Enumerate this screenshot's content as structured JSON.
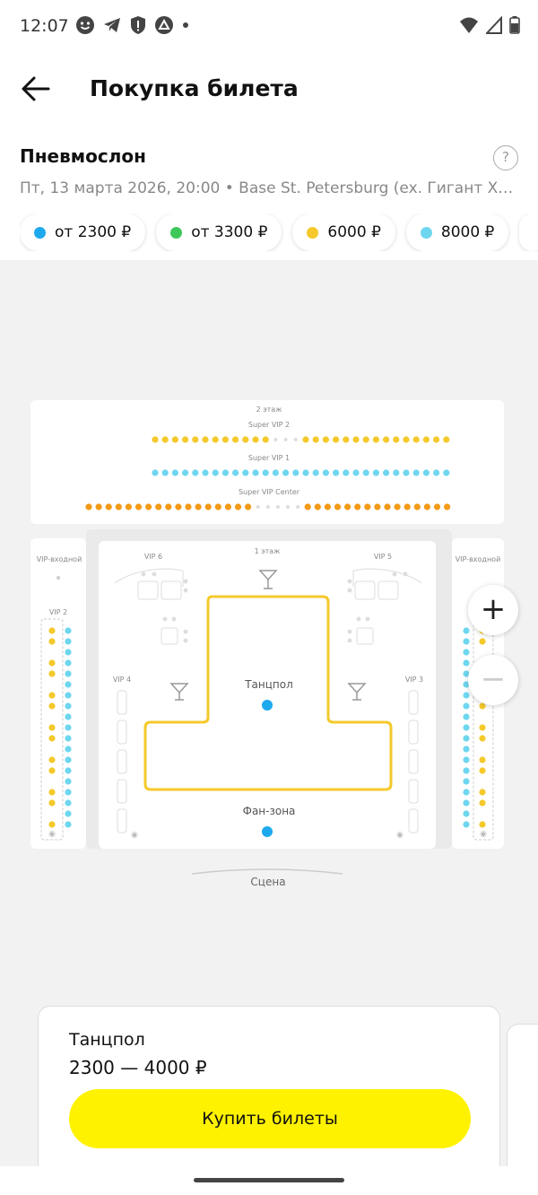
{
  "status": {
    "time": "12:07"
  },
  "header": {
    "title": "Покупка билета",
    "event_title": "Пневмослон",
    "event_subtitle": "Пт, 13 марта 2026, 20:00  •  Base St. Petersburg (ex. Гигант Хол...",
    "help": "?"
  },
  "prices": [
    {
      "label": "от 2300 ₽",
      "color": "#1ea9ee"
    },
    {
      "label": "от 3300 ₽",
      "color": "#3ec85a"
    },
    {
      "label": "6000 ₽",
      "color": "#f5c92c"
    },
    {
      "label": "8000 ₽",
      "color": "#6fd6ef"
    }
  ],
  "map": {
    "floor2": "2 этаж",
    "super_vip_2": "Super VIP 2",
    "super_vip_1": "Super VIP 1",
    "super_vip_center": "Super VIP Center",
    "floor1": "1 этаж",
    "vip_entry_left": "VIP-входной",
    "vip_entry_right": "VIP-входной",
    "vip2": "VIP 2",
    "vip3": "VIP 3",
    "vip4": "VIP 4",
    "vip5": "VIP 5",
    "vip6": "VIP 6",
    "dancefloor": "Танцпол",
    "fanzone": "Фан-зона",
    "stage": "Сцена",
    "zoom_in": "+",
    "zoom_out": "−",
    "colors": {
      "yellow": "#f5c92c",
      "blue": "#1ea9ee",
      "light_blue": "#6fd6ef",
      "orange": "#f39a16"
    }
  },
  "card": {
    "zone": "Танцпол",
    "range": "2300 — 4000 ₽",
    "buy": "Купить билеты"
  }
}
